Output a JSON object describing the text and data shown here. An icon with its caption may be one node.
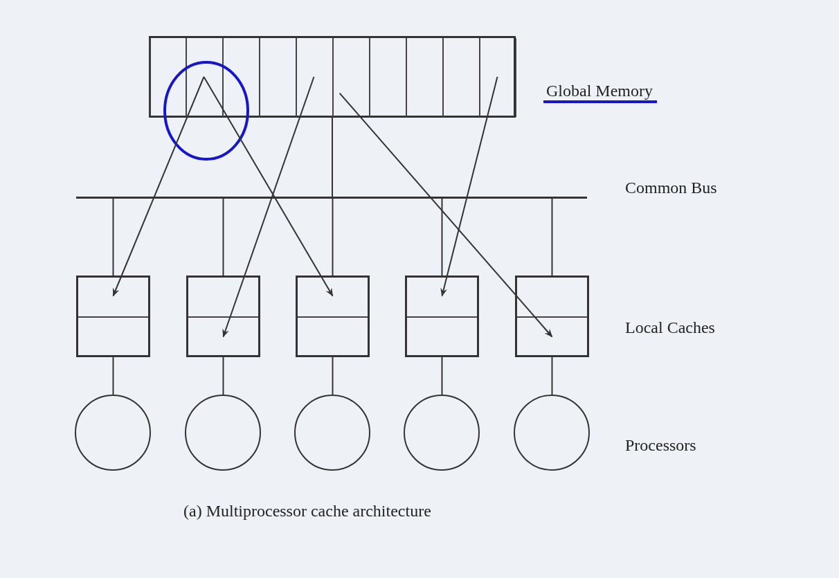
{
  "diagram": {
    "caption": "(a) Multiprocessor cache architecture",
    "nodes": [
      {
        "text": [],
        "shape": "box"
      },
      {
        "text": [],
        "shape": "box",
        "in": 0
      },
      {
        "text": [],
        "shape": "box",
        "in": 0
      },
      {
        "text": [],
        "shape": "box",
        "in": 0
      },
      {
        "text": [],
        "shape": "box",
        "in": 0
      },
      {
        "text": [],
        "shape": "box",
        "in": 0
      },
      {
        "text": [],
        "shape": "box",
        "in": 0
      },
      {
        "text": [],
        "shape": "box",
        "in": 0
      },
      {
        "text": [],
        "shape": "box",
        "in": 0
      },
      {
        "text": [],
        "shape": "box",
        "in": 0
      },
      {
        "text": [],
        "shape": "box",
        "in": 0
      },
      {
        "text": [],
        "shape": "bar"
      },
      {
        "text": [],
        "shape": "box"
      },
      {
        "text": [],
        "shape": "box"
      },
      {
        "text": [],
        "shape": "box"
      },
      {
        "text": [],
        "shape": "box"
      },
      {
        "text": [],
        "shape": "box"
      },
      {
        "text": [],
        "shape": "circle"
      },
      {
        "text": [],
        "shape": "circle"
      },
      {
        "text": [],
        "shape": "circle"
      },
      {
        "text": [],
        "shape": "circle"
      },
      {
        "text": [],
        "shape": "circle"
      }
    ],
    "edges": [
      {
        "from": 2,
        "to": 12,
        "arrow": "to"
      },
      {
        "from": 2,
        "to": 14,
        "arrow": "to"
      },
      {
        "from": 5,
        "to": 13,
        "arrow": "to"
      },
      {
        "from": 6,
        "to": 16,
        "arrow": "to"
      },
      {
        "from": 10,
        "to": 15,
        "arrow": "to"
      },
      {
        "from": 0,
        "to": 11,
        "arrow": "none"
      },
      {
        "from": 11,
        "to": 12,
        "arrow": "none"
      },
      {
        "from": 11,
        "to": 13,
        "arrow": "none"
      },
      {
        "from": 11,
        "to": 14,
        "arrow": "none"
      },
      {
        "from": 11,
        "to": 15,
        "arrow": "none"
      },
      {
        "from": 11,
        "to": 16,
        "arrow": "none"
      },
      {
        "from": 12,
        "to": 17,
        "arrow": "none"
      },
      {
        "from": 13,
        "to": 18,
        "arrow": "none"
      },
      {
        "from": 14,
        "to": 19,
        "arrow": "none"
      },
      {
        "from": 15,
        "to": 20,
        "arrow": "none"
      },
      {
        "from": 16,
        "to": 21,
        "arrow": "none"
      }
    ],
    "labels": [
      "Global Memory",
      "Common Bus",
      "Local Caches",
      "Processors"
    ]
  }
}
